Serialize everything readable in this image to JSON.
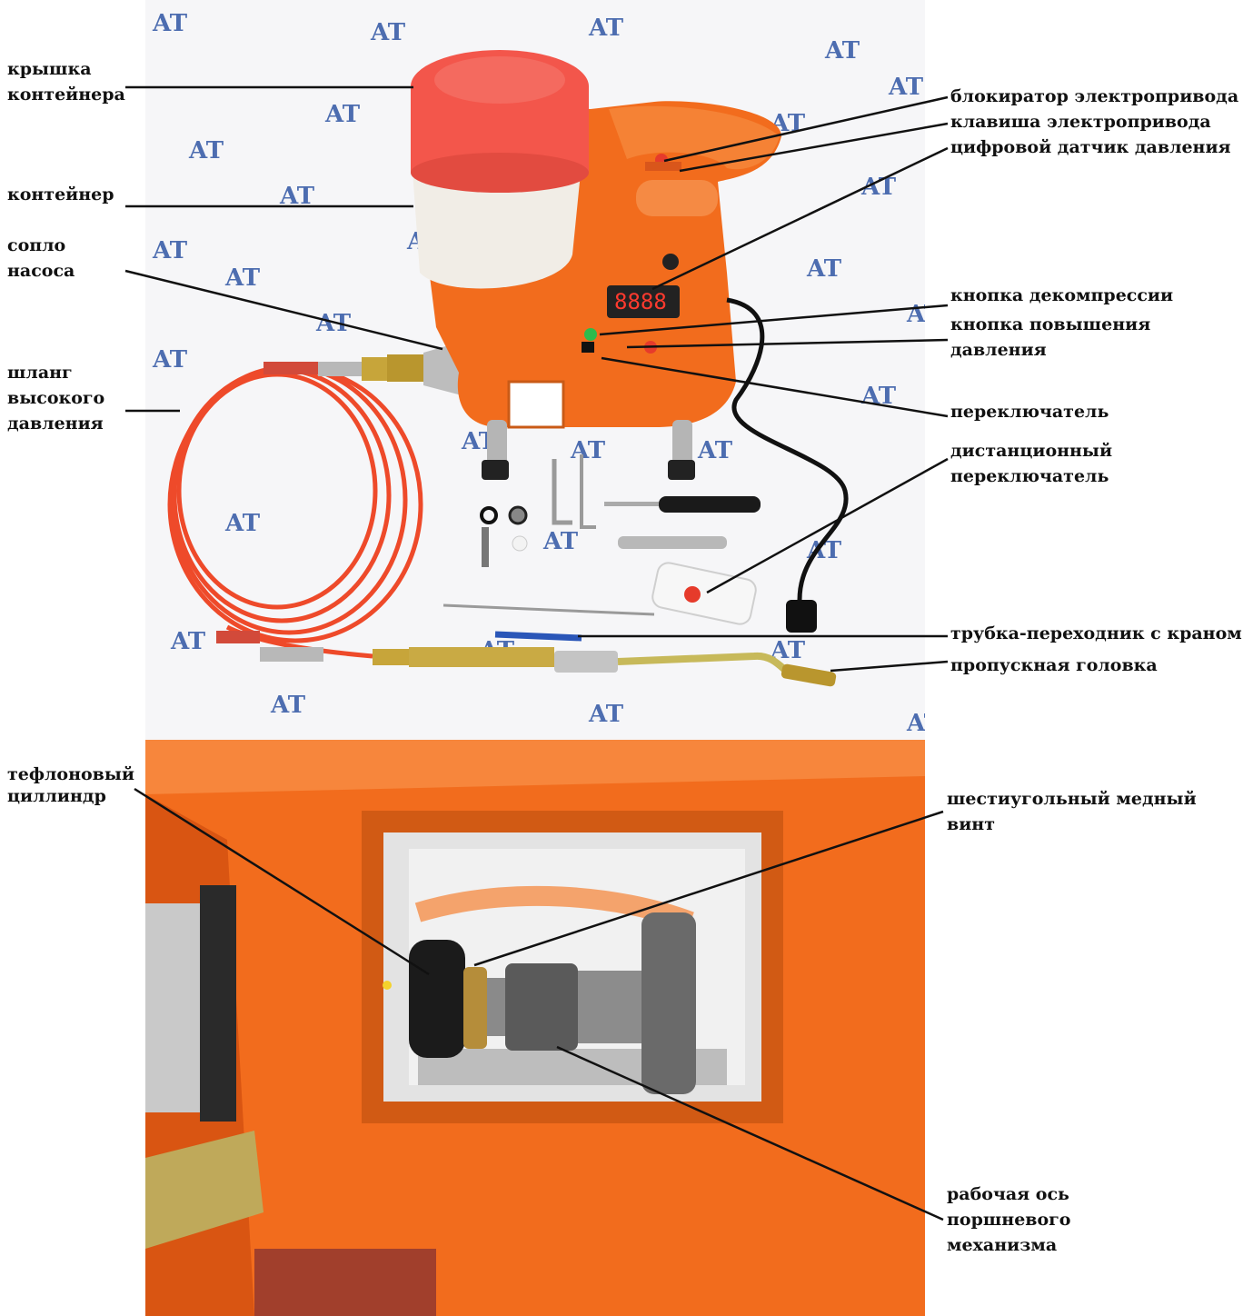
{
  "watermark": "AT",
  "labels_left": [
    {
      "id": "lid",
      "lines": [
        "крышка",
        "контейнера"
      ]
    },
    {
      "id": "container",
      "lines": [
        "контейнер"
      ]
    },
    {
      "id": "nozzle",
      "lines": [
        "сопло",
        "насоса"
      ]
    },
    {
      "id": "hose",
      "lines": [
        "шланг",
        "высокого",
        "давления"
      ]
    },
    {
      "id": "teflon",
      "lines": [
        "тефлоновый",
        "циллиндр"
      ]
    }
  ],
  "labels_right": [
    {
      "id": "lock",
      "lines": [
        "блокиратор электропривода"
      ]
    },
    {
      "id": "key",
      "lines": [
        "клавиша электропривода"
      ]
    },
    {
      "id": "sensor",
      "lines": [
        "цифровой датчик давления"
      ]
    },
    {
      "id": "decomp",
      "lines": [
        "кнопка декомпрессии"
      ]
    },
    {
      "id": "boost",
      "lines": [
        "кнопка повышения",
        "давления"
      ]
    },
    {
      "id": "switch",
      "lines": [
        "переключатель"
      ]
    },
    {
      "id": "remote",
      "lines": [
        "дистанционный",
        "переключатель"
      ]
    },
    {
      "id": "adapter",
      "lines": [
        "трубка-переходник с краном"
      ]
    },
    {
      "id": "head",
      "lines": [
        "пропускная головка"
      ]
    },
    {
      "id": "screw",
      "lines": [
        "шестиугольный медный",
        "винт"
      ]
    },
    {
      "id": "axis",
      "lines": [
        "рабочая ось",
        "поршневого",
        "механизма"
      ]
    }
  ],
  "colors": {
    "pump_body": "#f26c1d",
    "lid": "#f3564b",
    "container": "#f1ede6",
    "hose": "#ee4a2a",
    "watermark": "#2f55a3",
    "leader": "#111111"
  }
}
